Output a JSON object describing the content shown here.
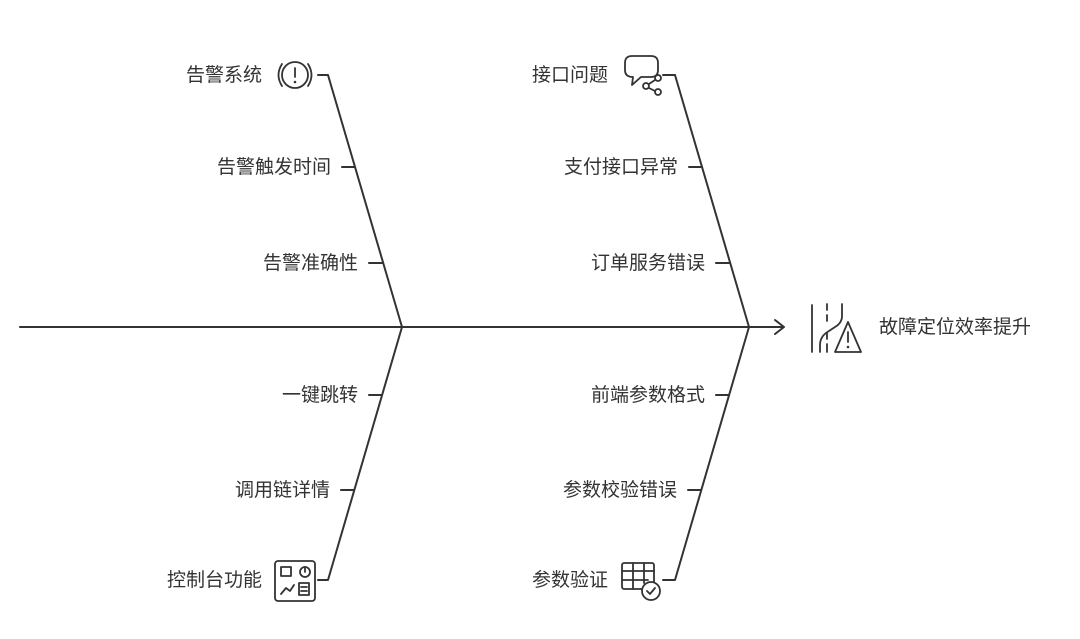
{
  "effect": {
    "label": "故障定位效率提升",
    "icon": "road-warning-icon"
  },
  "causes": [
    {
      "category": "告警系统",
      "icon": "alert-circle-icon",
      "items": [
        "告警触发时间",
        "告警准确性"
      ]
    },
    {
      "category": "接口问题",
      "icon": "chat-bubble-network-icon",
      "items": [
        "支付接口异常",
        "订单服务错误"
      ]
    },
    {
      "category": "控制台功能",
      "icon": "dashboard-icon",
      "items": [
        "一键跳转",
        "调用链详情"
      ]
    },
    {
      "category": "参数验证",
      "icon": "table-check-icon",
      "items": [
        "前端参数格式",
        "参数校验错误"
      ]
    }
  ]
}
